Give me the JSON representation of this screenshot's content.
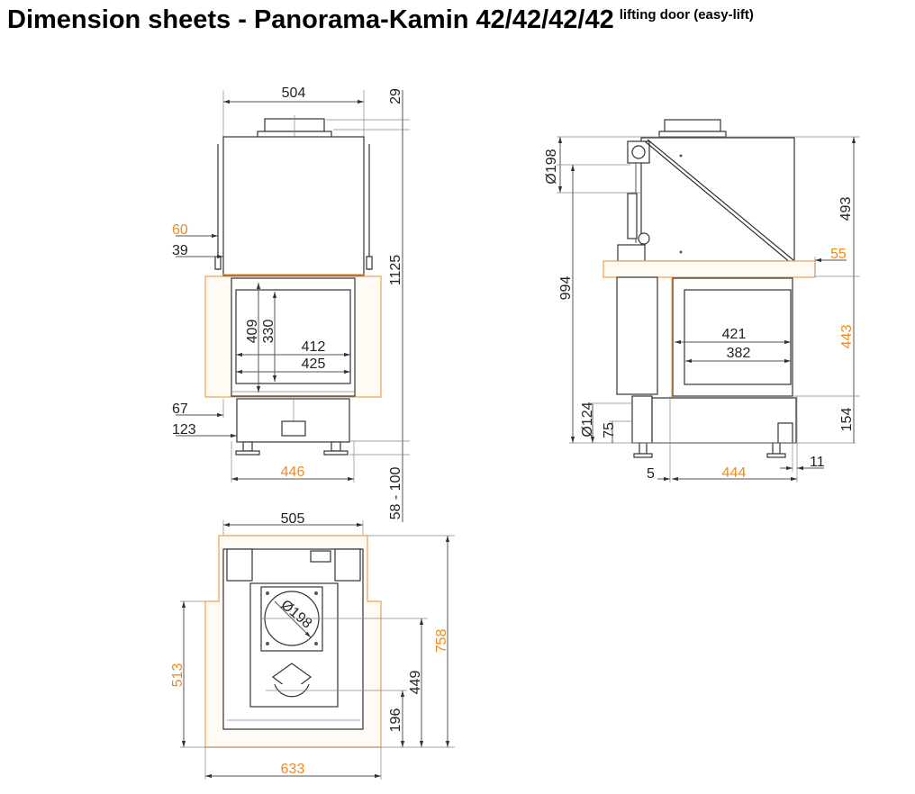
{
  "title": {
    "main": "Dimension sheets - Panorama-Kamin 42/42/42/42",
    "sub": "lifting door (easy-lift)"
  },
  "colors": {
    "accent": "#f08a1c",
    "line": "#333333"
  },
  "front_view": {
    "width_top": "504",
    "offset_60": "60",
    "offset_39": "39",
    "glass_height": "409",
    "inner_height": "330",
    "inner_width": "412",
    "glass_width": "425",
    "offset_67": "67",
    "offset_123": "123",
    "base_width": "446",
    "total_height": "1125",
    "top_29": "29",
    "feet_range": "58 - 100"
  },
  "side_view": {
    "flue_diameter": "Ø198",
    "height_994": "994",
    "height_493": "493",
    "offset_55": "55",
    "opening_443": "443",
    "base_154": "154",
    "depth_421": "421",
    "depth_382": "382",
    "air_diameter": "Ø124",
    "air_75": "75",
    "offset_5": "5",
    "depth_444": "444",
    "offset_11": "11"
  },
  "top_view": {
    "width_505": "505",
    "flue_diameter": "Ø198",
    "depth_513": "513",
    "flue_pos_449": "449",
    "air_pos_196": "196",
    "depth_758": "758",
    "width_633": "633"
  }
}
